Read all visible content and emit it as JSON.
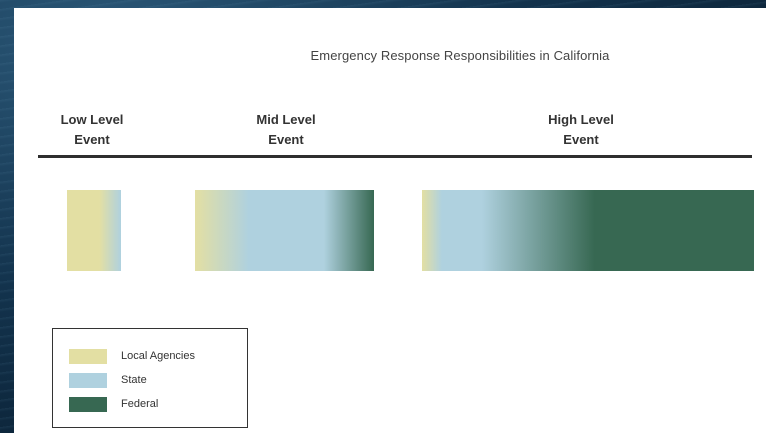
{
  "title": "Emergency Response Responsibilities in California",
  "columns": [
    {
      "line1": "Low Level",
      "line2": "Event"
    },
    {
      "line1": "Mid Level",
      "line2": "Event"
    },
    {
      "line1": "High Level",
      "line2": "Event"
    }
  ],
  "colors": {
    "local": "#e3dfa3",
    "state": "#afd1df",
    "federal": "#376852",
    "background": "#0a2236",
    "panel": "#ffffff"
  },
  "legend": [
    {
      "label": "Local Agencies",
      "color": "#e3dfa3"
    },
    {
      "label": "State",
      "color": "#afd1df"
    },
    {
      "label": "Federal",
      "color": "#376852"
    }
  ]
}
